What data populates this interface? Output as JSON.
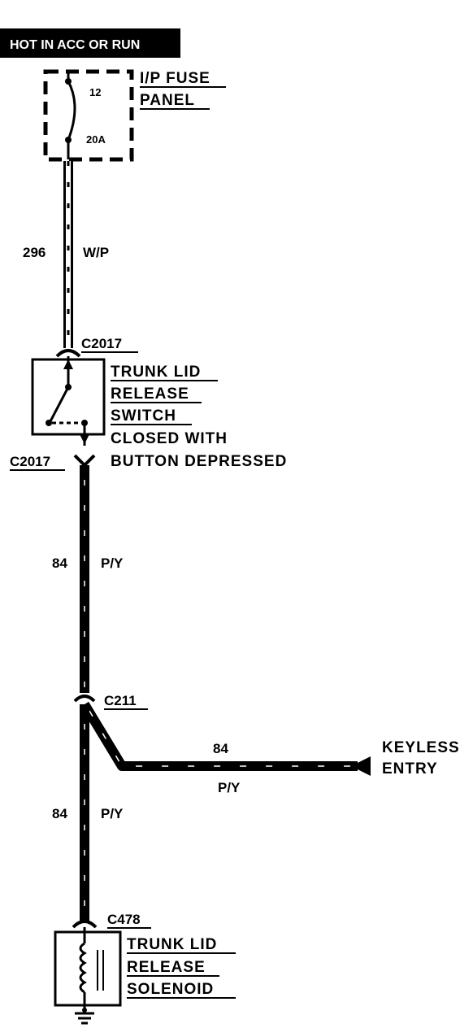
{
  "header": {
    "power_label": "HOT IN ACC OR RUN"
  },
  "fuse_panel": {
    "fuse_number": "12",
    "fuse_rating": "20A",
    "label_lines": [
      "I/P FUSE",
      "PANEL"
    ]
  },
  "wires": {
    "feed": {
      "circuit": "296",
      "color": "W/P"
    },
    "switch_to_splice": {
      "circuit": "84",
      "color": "P/Y"
    },
    "keyless_branch": {
      "circuit": "84",
      "color": "P/Y"
    },
    "splice_to_solenoid": {
      "circuit": "84",
      "color": "P/Y"
    }
  },
  "connectors": {
    "switch_top": "C2017",
    "switch_bottom": "C2017",
    "splice": "C211",
    "solenoid": "C478"
  },
  "switch": {
    "label_lines": [
      "TRUNK LID",
      "RELEASE",
      "SWITCH"
    ],
    "note_lines": [
      "CLOSED WITH",
      "BUTTON DEPRESSED"
    ]
  },
  "keyless_entry": {
    "label_lines": [
      "KEYLESS",
      "ENTRY"
    ]
  },
  "solenoid": {
    "label_lines": [
      "TRUNK LID",
      "RELEASE",
      "SOLENOID"
    ]
  },
  "colors": {
    "ink": "#000000",
    "background": "#ffffff"
  }
}
